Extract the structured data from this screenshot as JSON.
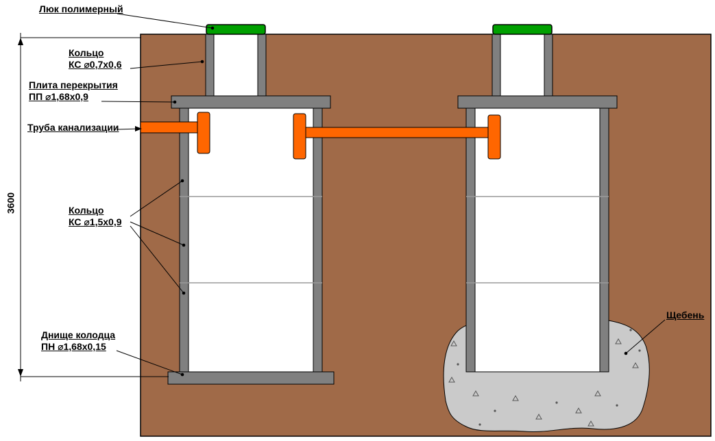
{
  "colors": {
    "soil": "#A06A48",
    "concrete": "#808080",
    "concrete_joint": "#9a9a9a",
    "pipe": "#FF6600",
    "lid": "#00A000",
    "gravel": "#CACACA",
    "speckle": "#555555",
    "outline": "#000000",
    "background": "#FFFFFF"
  },
  "labels": {
    "manhole": "Люк полимерный",
    "ring_small": [
      "Кольцо",
      "КС ⌀0,7x0,6"
    ],
    "slab": [
      "Плита перекрытия",
      "ПП ⌀1,68x0,9"
    ],
    "pipe": "Труба канализации",
    "ring_large": [
      "Кольцо",
      "КС ⌀1,5x0,9"
    ],
    "bottom": [
      "Днище колодца",
      "ПН ⌀1,68x0,15"
    ],
    "gravel": "Щебень",
    "dimension": "3600"
  }
}
